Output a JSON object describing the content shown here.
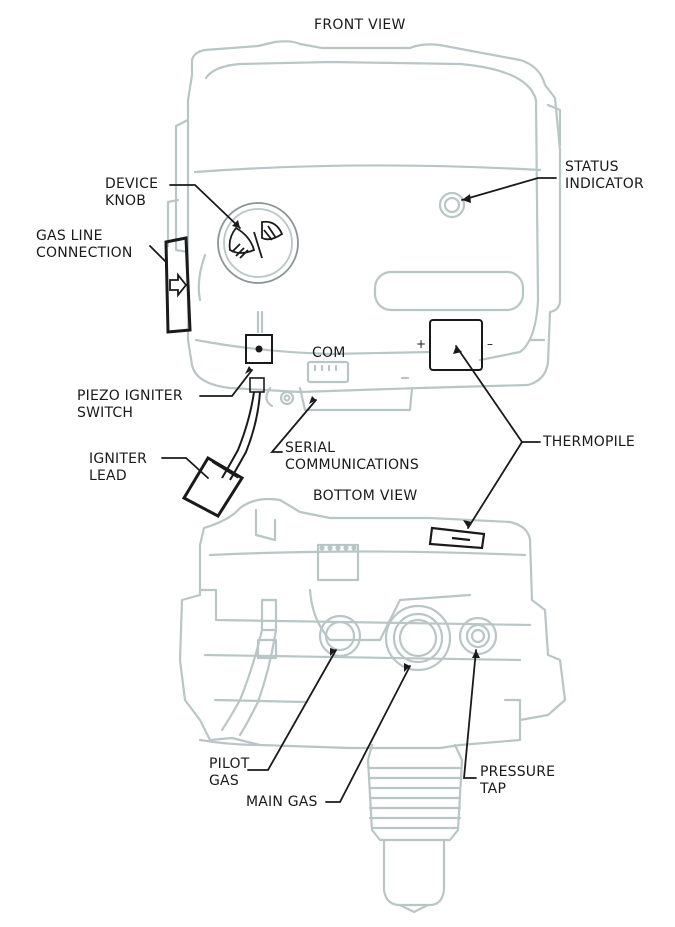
{
  "views": {
    "front": "FRONT VIEW",
    "bottom": "BOTTOM VIEW"
  },
  "labels": {
    "device_knob": [
      "DEVICE",
      "KNOB"
    ],
    "status_indicator": [
      "STATUS",
      "INDICATOR"
    ],
    "gas_line_connection": [
      "GAS LINE",
      "CONNECTION"
    ],
    "com": "COM",
    "plus": "+",
    "minus": "–",
    "piezo_igniter_switch": [
      "PIEZO IGNITER",
      "SWITCH"
    ],
    "igniter_lead": [
      "IGNITER",
      "LEAD"
    ],
    "serial_communications": [
      "SERIAL",
      "COMMUNICATIONS"
    ],
    "thermopile": "THERMOPILE",
    "pilot_gas": [
      "PILOT",
      "GAS"
    ],
    "main_gas": "MAIN GAS",
    "pressure_tap": [
      "PRESSURE",
      "TAP"
    ]
  },
  "colors": {
    "outline": "#b9c6c6",
    "ink": "#1a1a1a"
  }
}
